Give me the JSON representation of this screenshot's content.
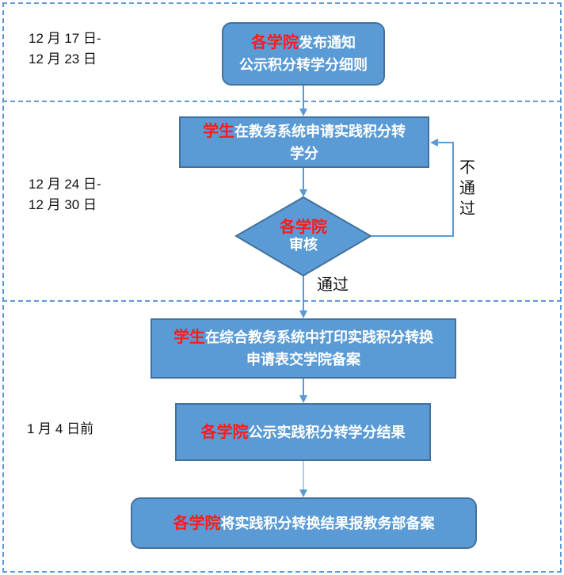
{
  "dates": {
    "phase1_line1": "12 月 17 日-",
    "phase1_line2": "12 月 23 日",
    "phase2_line1": "12 月 24 日-",
    "phase2_line2": "12 月 30 日",
    "phase3": "1 月 4 日前"
  },
  "steps": {
    "step1": {
      "actor": "各学院",
      "text_line1": "发布通知",
      "text_line2": "公示积分转学分细则"
    },
    "step2": {
      "actor": "学生",
      "text_line1": "在教务系统申请实践积分转",
      "text_line2": "学分"
    },
    "decision": {
      "actor": "各学院",
      "text": "审核"
    },
    "step3": {
      "actor": "学生",
      "text_line1": "在综合教务系统中打印实践积分转换",
      "text_line2": "申请表交学院备案"
    },
    "step4": {
      "actor": "各学院",
      "text": "公示实践积分转学分结果"
    },
    "step5": {
      "actor": "各学院",
      "text": "将实践积分转换结果报教务部备案"
    }
  },
  "labels": {
    "reject_1": "不",
    "reject_2": "通",
    "reject_3": "过",
    "pass": "通过"
  },
  "colors": {
    "box_fill": "#5b9bd5",
    "box_border": "#41719c",
    "actor_red": "#ff1a1a",
    "dash": "#5b9bd5"
  }
}
